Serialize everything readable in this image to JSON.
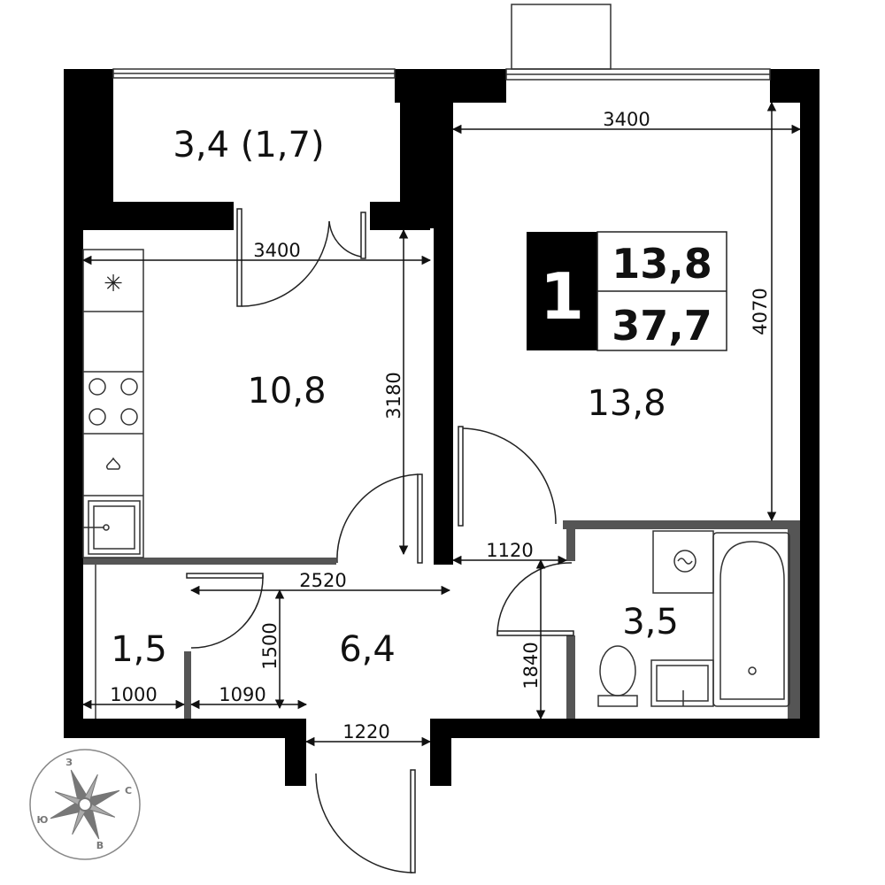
{
  "badge": {
    "rooms": "1",
    "living_area": "13,8",
    "total_area": "37,7"
  },
  "rooms": {
    "balcony": "3,4 (1,7)",
    "kitchen": "10,8",
    "living_room": "13,8",
    "storage": "1,5",
    "hallway": "6,4",
    "bathroom": "3,5"
  },
  "dimensions": {
    "living_width": "3400",
    "living_depth": "4070",
    "kitchen_width": "3400",
    "kitchen_depth": "3180",
    "hall_width": "2520",
    "bath_door_width": "1120",
    "storage_depth": "1500",
    "storage_width": "1000",
    "hall_segment": "1090",
    "bath_depth": "1840",
    "entrance_width": "1220"
  },
  "compass": {
    "north": "С",
    "south": "Ю",
    "west": "З",
    "east": "В"
  },
  "colors": {
    "wall": "#000000",
    "partition": "#555555",
    "line": "#222222",
    "compass": "#777777"
  }
}
